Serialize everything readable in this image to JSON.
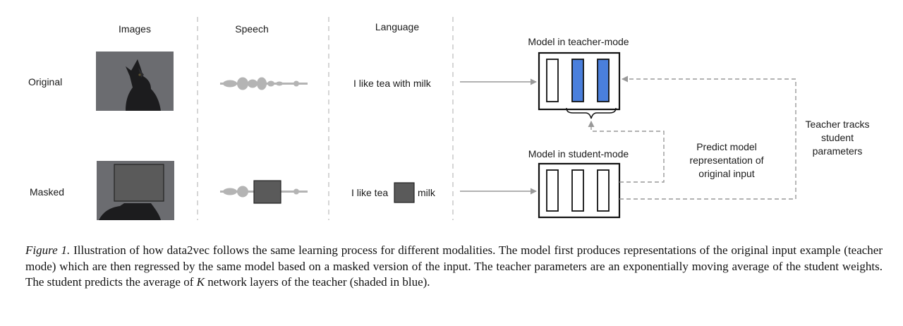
{
  "figure": {
    "column_headers": [
      "Images",
      "Speech",
      "Language"
    ],
    "row_labels": {
      "original": "Original",
      "masked": "Masked"
    },
    "language": {
      "original_sentence": "I like tea with milk",
      "masked_before": "I like tea",
      "masked_after": "milk"
    },
    "teacher_title": "Model in teacher-mode",
    "student_title": "Model in student-mode",
    "predict_label": [
      "Predict model",
      "representation of",
      "original input"
    ],
    "tracks_label": [
      "Teacher tracks",
      "student",
      "parameters"
    ],
    "colors": {
      "highlight_layer": "#4a7fdc",
      "mask_fill": "#5a5a5a",
      "waveform": "#b4b4b4",
      "image_bg": "#6b6c70",
      "arrow": "#999999"
    }
  },
  "caption": {
    "label": "Figure 1.",
    "text_a": " Illustration of how data2vec follows the same learning process for different modalities. The model first produces representations of the original input example (teacher mode) which are then regressed by the same model based on a masked version of the input. The teacher parameters are an exponentially moving average of the student weights. The student predicts the average of ",
    "symbol": "K",
    "text_b": " network layers of the teacher (shaded in blue)."
  }
}
